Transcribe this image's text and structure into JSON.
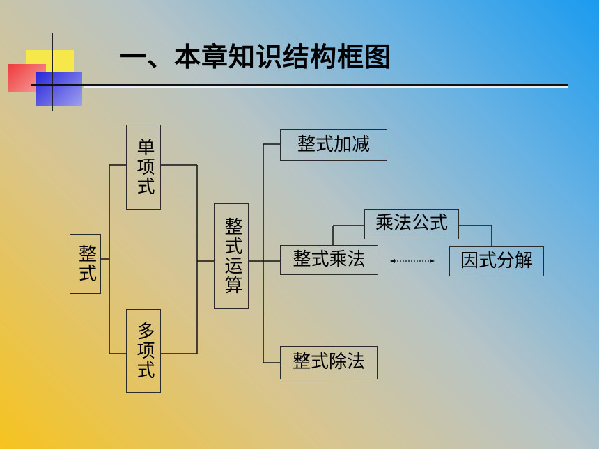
{
  "slide": {
    "title": "一、本章知识结构框图"
  },
  "diagram": {
    "nodes": {
      "zhengshi": "整式",
      "danxiangshi": "单项式",
      "duoxiangshi": "多项式",
      "zhengshi_yunsuan": "整式运算",
      "jiajian": "整式加减",
      "chengfa": "整式乘法",
      "chufa": "整式除法",
      "chengfa_gongshi": "乘法公式",
      "yinshi_fenjie": "因式分解"
    }
  },
  "colors": {
    "deco_yellow": "#f6e84a",
    "deco_red": "#ee3a3a",
    "deco_blue": "#2626d9",
    "line": "#111111"
  }
}
